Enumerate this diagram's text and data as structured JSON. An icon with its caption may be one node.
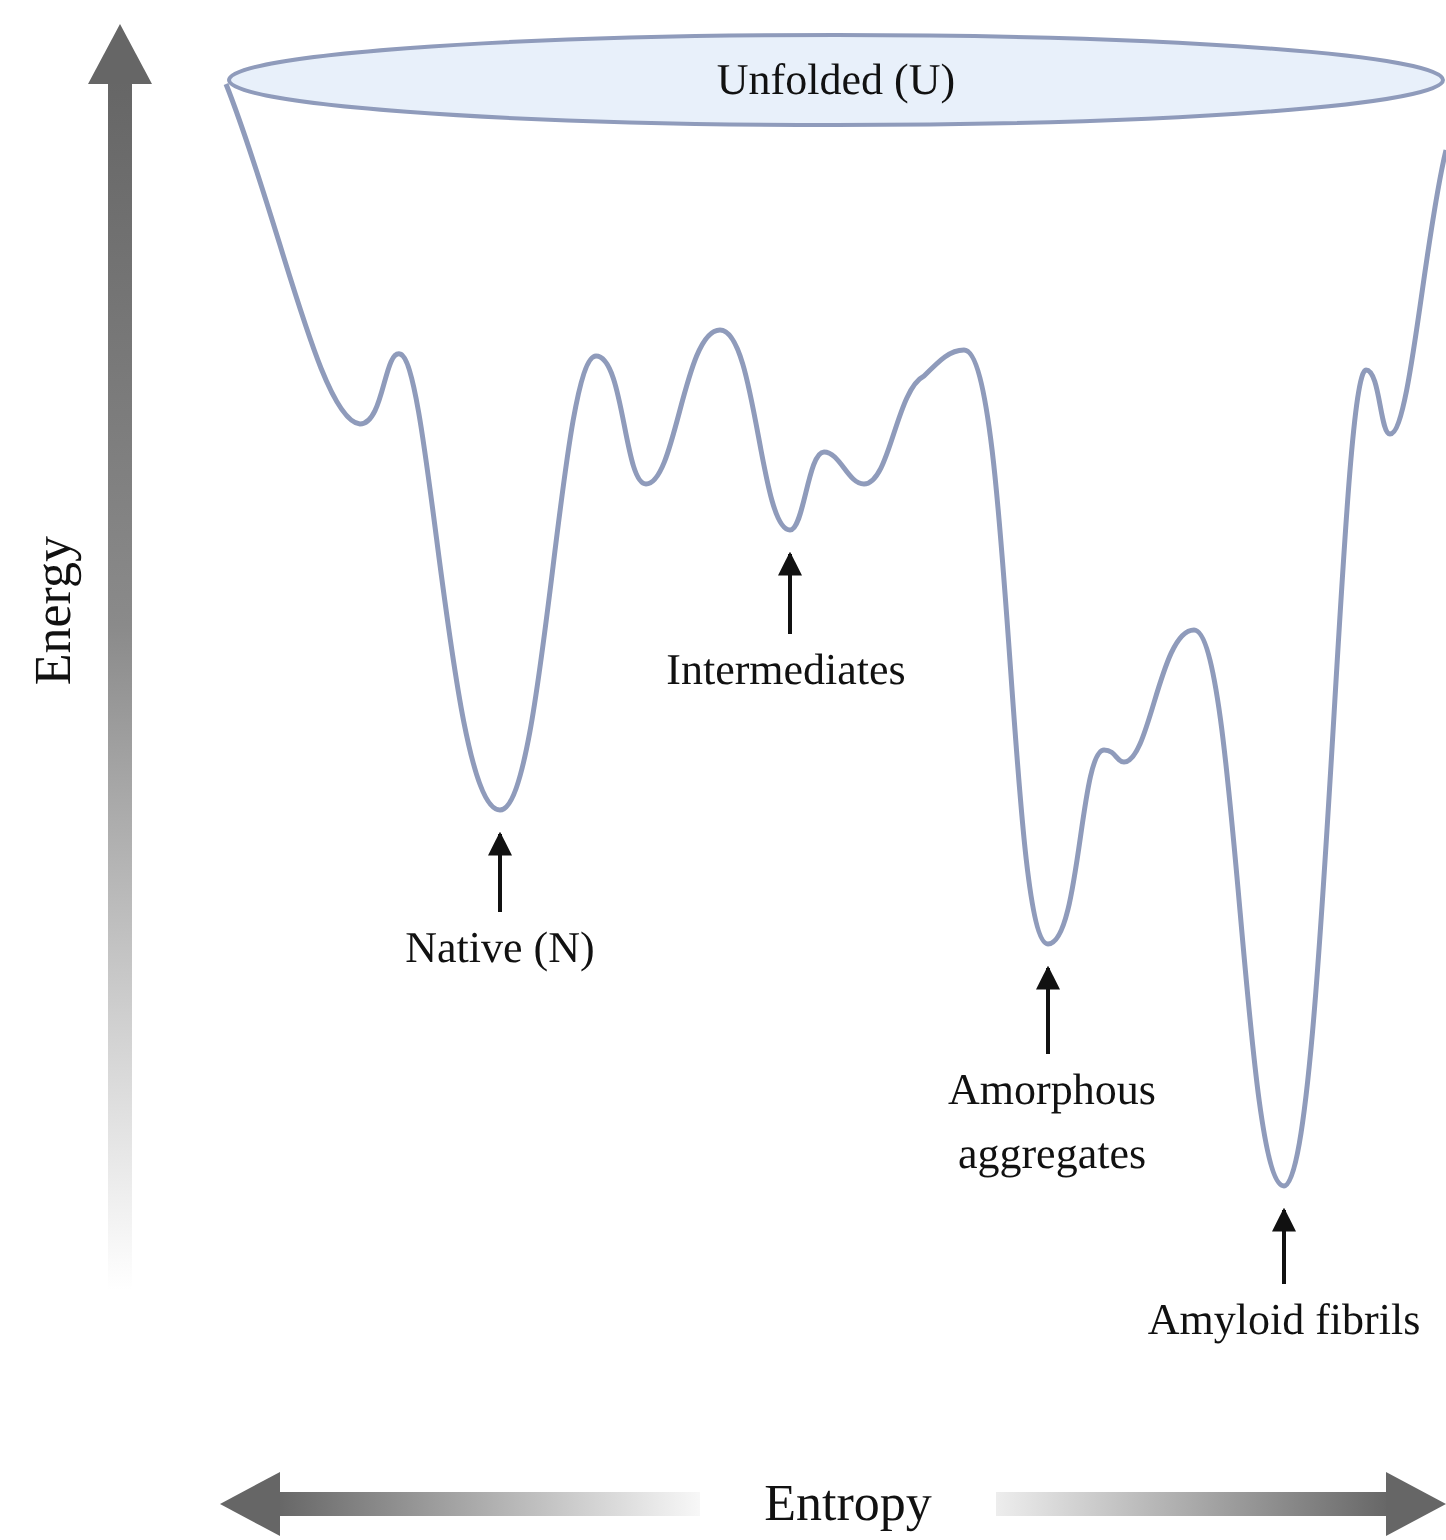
{
  "diagram": {
    "nodes": [
      {
        "text": [
          "Unfolded (U)"
        ]
      },
      {
        "text": [
          "Intermediates"
        ]
      },
      {
        "text": [
          "Native (N)"
        ]
      },
      {
        "text": [
          "Amorphous aggregates"
        ]
      },
      {
        "text": [
          "Amyloid fibrils"
        ]
      }
    ],
    "edges": [
      {
        "from": 1,
        "to": null,
        "arrow": "to"
      },
      {
        "from": 2,
        "to": null,
        "arrow": "to"
      },
      {
        "from": 3,
        "to": null,
        "arrow": "to"
      },
      {
        "from": 4,
        "to": null,
        "arrow": "to"
      }
    ],
    "labels": [
      "Energy",
      "Entropy"
    ]
  }
}
